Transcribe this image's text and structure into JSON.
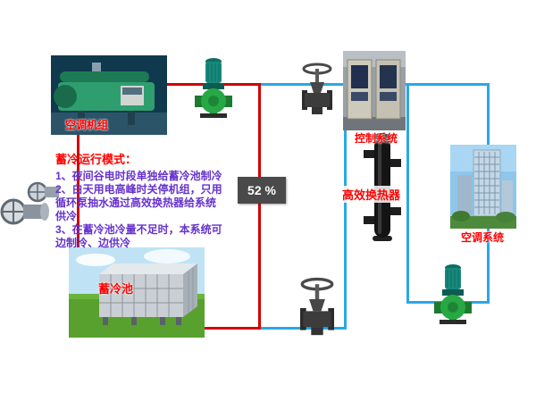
{
  "colors": {
    "pipe_hot": "#d10000",
    "pipe_cold": "#2aa7e8",
    "label_red": "#ff0000",
    "body_text": "#6633cc",
    "badge_bg": "#4a4a4a",
    "badge_text": "#ffffff"
  },
  "labels": {
    "chiller": "空调机组",
    "control": "控制系统",
    "exchanger": "高效换热器",
    "ac_system": "空调系统",
    "tank": "蓄冷池"
  },
  "badge": {
    "value": "52 %"
  },
  "notes": {
    "title": "蓄冷运行模式：",
    "lines": [
      "1、夜间谷电时段单独给蓄冷池制冷",
      "2、白天用电高峰时关停机组，只用",
      "循环泵抽水通过高效换热器给系统",
      "供冷",
      "3、在蓄冷池冷量不足时，本系统可",
      "边制冷、边供冷"
    ]
  },
  "equipment": {
    "pump_top": "vertical-inline-pump",
    "pump_bottom": "vertical-inline-pump",
    "valve_top": "gate-valve",
    "valve_bottom": "gate-valve",
    "valves_left": "butterfly-valves",
    "exchanger": "shell-and-tube-heat-exchanger"
  }
}
